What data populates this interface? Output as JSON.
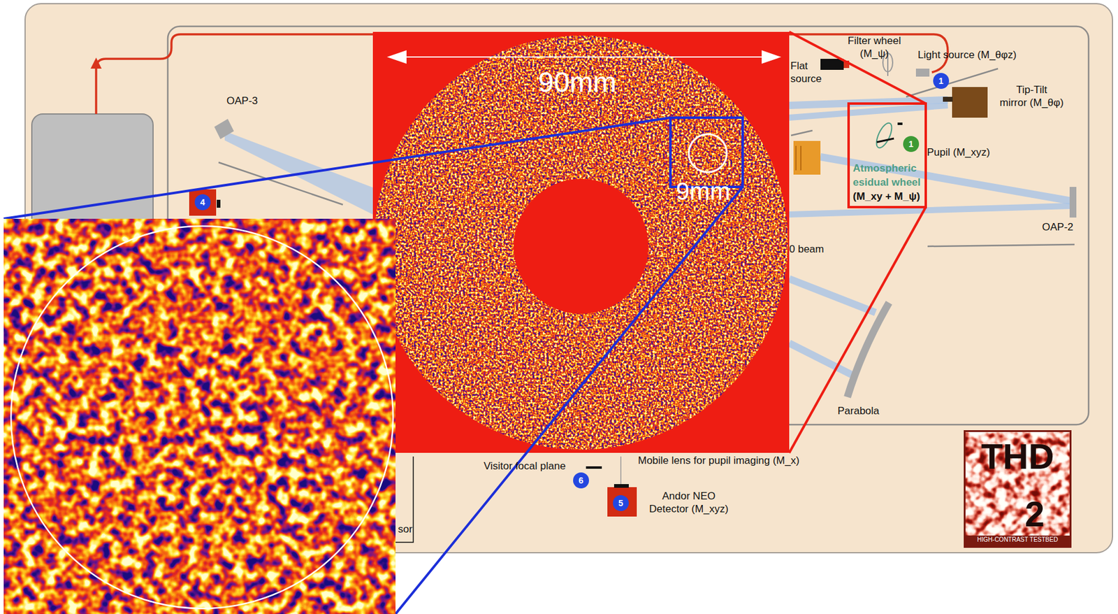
{
  "diagram": {
    "nodes": [
      {
        "text": [
          "1"
        ]
      },
      {
        "text": [
          "1"
        ]
      },
      {
        "text": [
          "4"
        ]
      },
      {
        "text": [
          "THD",
          "2",
          "HIGH-CONTRAST TESTBED"
        ]
      },
      {
        "text": [
          "6"
        ]
      },
      {
        "text": [
          "5"
        ]
      }
    ],
    "labels": [
      "90mm",
      "9mm",
      "Filter wheel (M_ψ)",
      "Light source (M_θφz)",
      "Flat source",
      "OAP-3",
      "Tip-Tilt mirror (M_θφ)",
      "Pupil (M_xyz)",
      "Atmospheric",
      "esidual wheel",
      "(M_xy + M_ψ)",
      "OAP-2",
      "0 beam",
      "Parabola",
      "Mobile lens for pupil imaging (M_x)",
      "Visitor focal plane",
      "Andor NEO Detector (M_xyz)",
      "sor"
    ]
  }
}
